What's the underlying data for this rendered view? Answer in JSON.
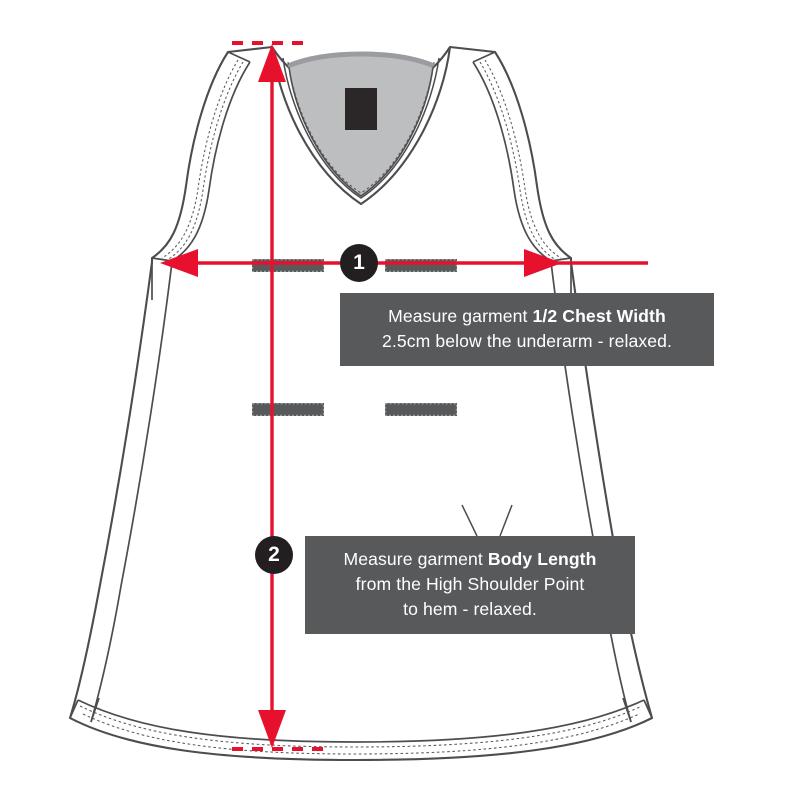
{
  "diagram": {
    "title": "Garment measurement guide - sleeveless A-line dress front view",
    "garment_type": "sleeveless v-neck a-line dress",
    "view": "front flat sketch",
    "colors": {
      "measure_red": "#E8112D",
      "callout_gray": "#58595B",
      "marker_black": "#231F20",
      "outline_gray": "#4D4D4F",
      "neck_panel_gray": "#BCBEC0",
      "seam_mark_gray": "#58595B",
      "label_patch": "#2B2627",
      "background": "#FFFFFF"
    }
  },
  "measurements": [
    {
      "number": "1",
      "name": "1/2 Chest Width",
      "orientation": "horizontal",
      "arrow_style": "double-headed",
      "instruction_line_1_prefix": "Measure garment ",
      "instruction_line_1_bold": "1/2 Chest Width",
      "instruction_line_2": "2.5cm below the underarm - relaxed.",
      "full_text": "Measure garment 1/2 Chest Width 2.5cm below the underarm - relaxed."
    },
    {
      "number": "2",
      "name": "Body Length",
      "orientation": "vertical",
      "arrow_style": "double-headed with dashed guides",
      "instruction_line_1_prefix": "Measure garment ",
      "instruction_line_1_bold": "Body Length",
      "instruction_line_2": "from the High Shoulder Point",
      "instruction_line_3": "to hem - relaxed.",
      "full_text": "Measure garment Body Length from the High Shoulder Point to hem - relaxed."
    }
  ],
  "icons": {
    "arrow_left": "arrow-left-icon",
    "arrow_right": "arrow-right-icon",
    "arrow_up": "arrow-up-icon",
    "arrow_down": "arrow-down-icon"
  }
}
